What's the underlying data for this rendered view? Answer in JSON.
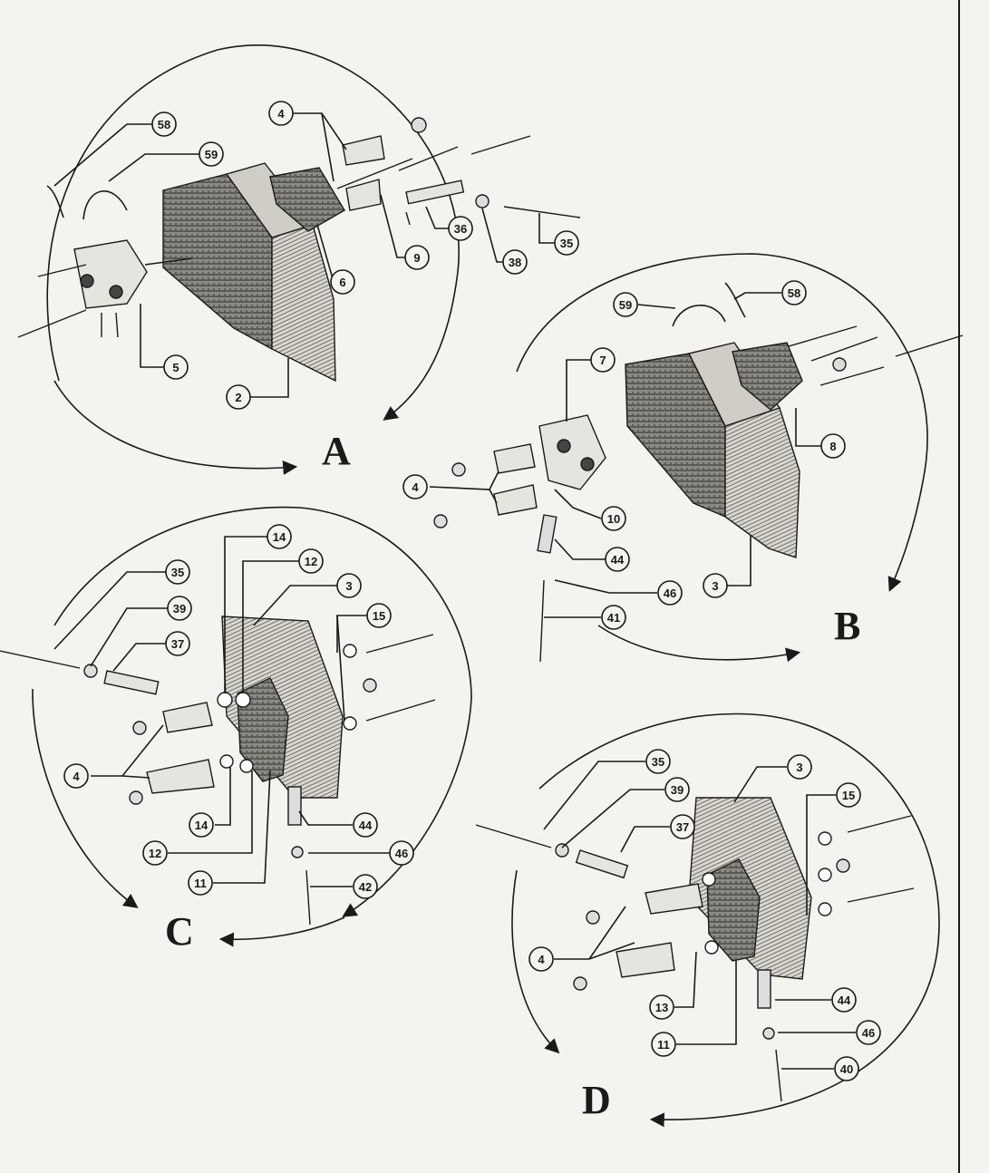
{
  "panels": [
    {
      "letter": "A"
    },
    {
      "letter": "B"
    },
    {
      "letter": "C"
    },
    {
      "letter": "D"
    }
  ],
  "callouts": {
    "a": [
      "58",
      "59",
      "4",
      "36",
      "9",
      "35",
      "38",
      "6",
      "5",
      "2"
    ],
    "b": [
      "59",
      "58",
      "7",
      "4",
      "10",
      "8",
      "44",
      "46",
      "3",
      "41"
    ],
    "c": [
      "14",
      "12",
      "35",
      "3",
      "39",
      "15",
      "37",
      "4",
      "14",
      "44",
      "12",
      "46",
      "11",
      "42"
    ],
    "d": [
      "35",
      "3",
      "39",
      "15",
      "37",
      "4",
      "13",
      "44",
      "46",
      "11",
      "40"
    ]
  },
  "colors": {
    "paper": "#f4f3ef",
    "ink": "#1a1a1a",
    "wood": "#6b6b66"
  }
}
